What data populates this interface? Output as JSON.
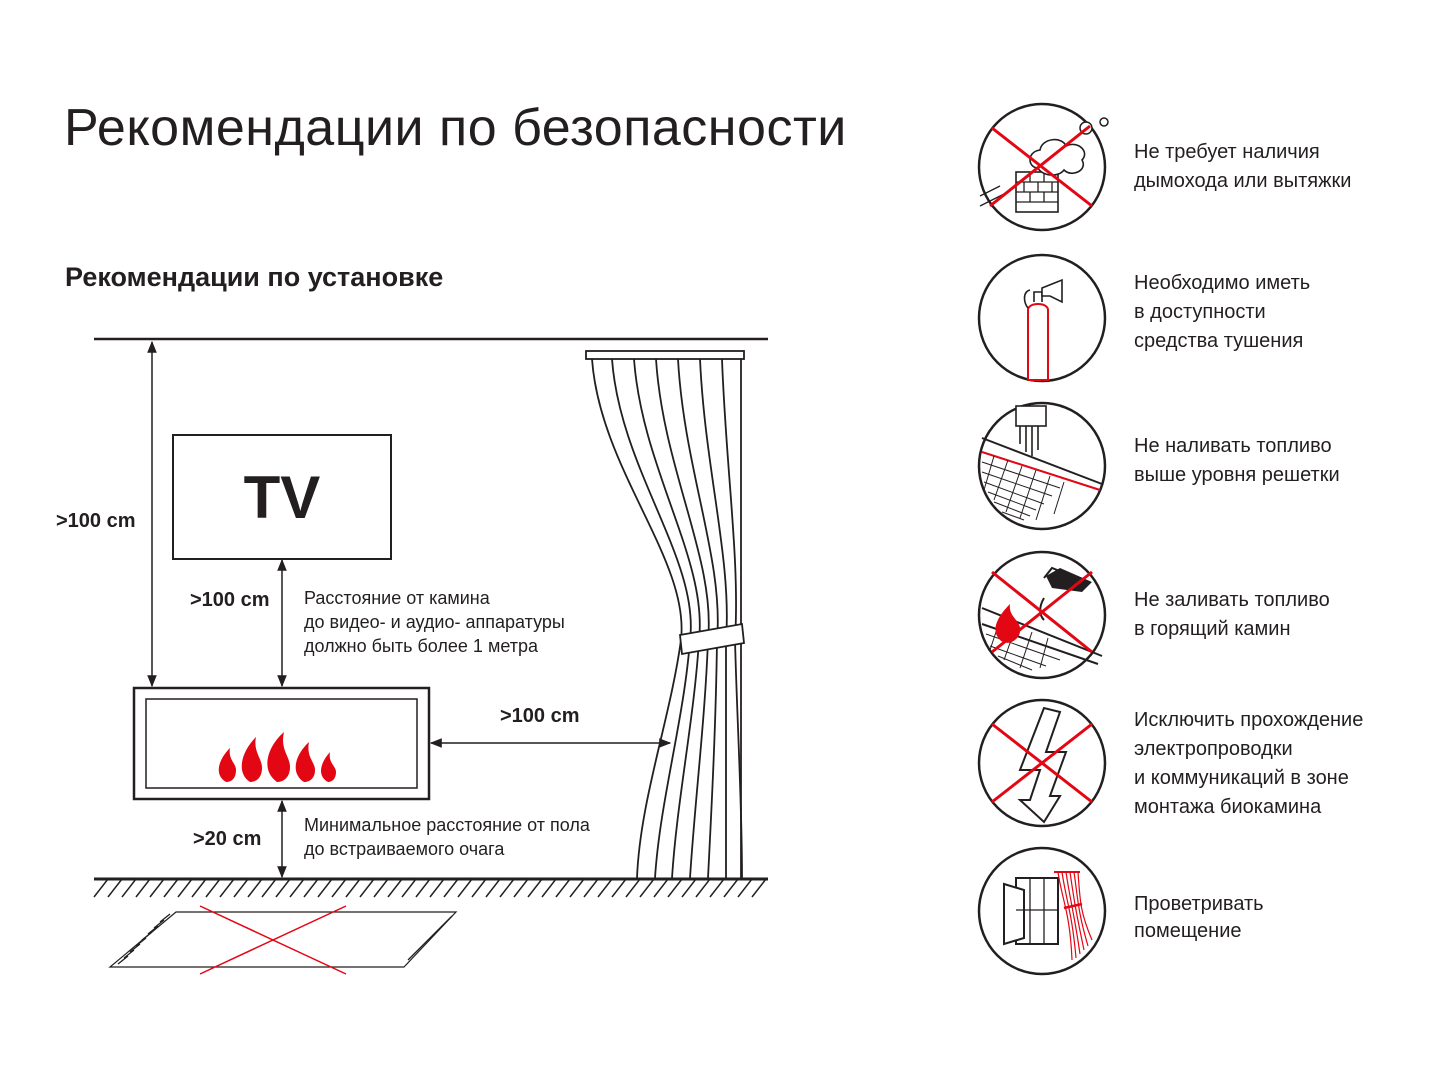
{
  "page": {
    "title": "Рекомендации по безопасности",
    "subtitle": "Рекомендации по установке"
  },
  "diagram": {
    "tv_label": "TV",
    "dim_ceiling": ">100 cm",
    "dim_tv": ">100 cm",
    "dim_curtain": ">100 cm",
    "dim_floor": ">20 cm",
    "note_tv": [
      "Расстояние от камина",
      "до видео- и аудио- аппаратуры",
      "должно быть более 1 метра"
    ],
    "note_floor": [
      "Минимальное расстояние от пола",
      "до встраиваемого очага"
    ]
  },
  "rules": [
    {
      "icon": "no-chimney-icon",
      "lines": [
        "Не требует наличия",
        "дымохода или вытяжки"
      ]
    },
    {
      "icon": "fire-extinguisher-icon",
      "lines": [
        "Необходимо иметь",
        "в доступности",
        "средства тушения"
      ]
    },
    {
      "icon": "fuel-level-icon",
      "lines": [
        "Не наливать топливо",
        "выше уровня решетки"
      ]
    },
    {
      "icon": "no-fuel-in-fire-icon",
      "lines": [
        "Не заливать топливо",
        "в горящий камин"
      ]
    },
    {
      "icon": "no-electric-wiring-icon",
      "lines": [
        "Исключить прохождение",
        "электропроводки",
        "и коммуникаций в зоне",
        "монтажа биокамина"
      ]
    },
    {
      "icon": "ventilate-room-icon",
      "lines": [
        "Проветривать",
        "помещение"
      ]
    }
  ],
  "colors": {
    "ink": "#231f20",
    "accent": "#e30613"
  }
}
